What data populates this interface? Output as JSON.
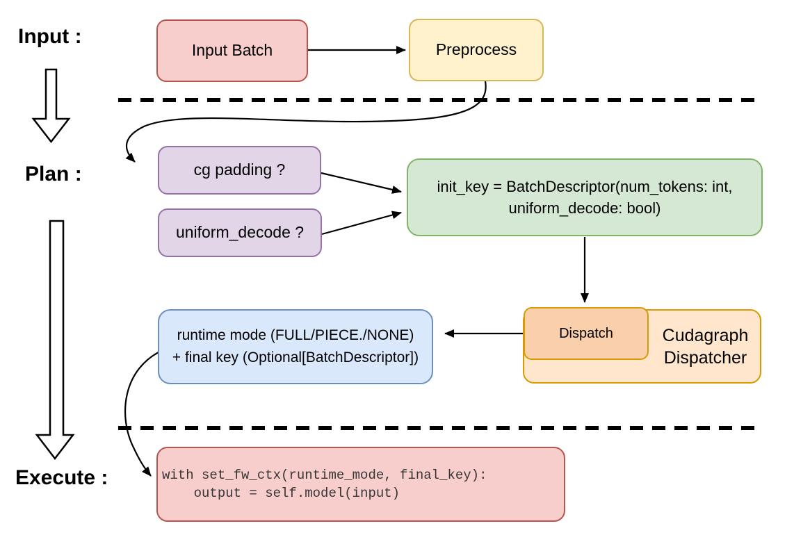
{
  "labels": {
    "input": "Input :",
    "plan": "Plan :",
    "execute": "Execute :"
  },
  "nodes": {
    "input_batch": "Input Batch",
    "preprocess": "Preprocess",
    "cg_padding": "cg padding ?",
    "uniform_decode": "uniform_decode ?",
    "init_key_line1": "init_key = BatchDescriptor(num_tokens: int,",
    "init_key_line2": "uniform_decode: bool)",
    "runtime_line1": "runtime mode (FULL/PIECE./NONE)",
    "runtime_line2": "+ final key (Optional[BatchDescriptor])",
    "dispatch": "Dispatch",
    "dispatcher_line1": "Cudagraph",
    "dispatcher_line2": "Dispatcher",
    "code_line1": "with set_fw_ctx(runtime_mode, final_key):",
    "code_line2": "    output = self.model(input)"
  },
  "colors": {
    "pink_fill": "#f8cecc",
    "pink_stroke": "#b85450",
    "yellow_fill": "#fff2cc",
    "yellow_stroke": "#d6b656",
    "purple_fill": "#e1d5e7",
    "purple_stroke": "#9673a6",
    "green_fill": "#d5e8d4",
    "green_stroke": "#82b366",
    "blue_fill": "#dae8fc",
    "blue_stroke": "#6c8ebf",
    "orange_light_fill": "#ffe6cc",
    "orange_dark_fill": "#f9d0ab",
    "orange_stroke": "#d79b00",
    "arrow_color": "#000000"
  }
}
